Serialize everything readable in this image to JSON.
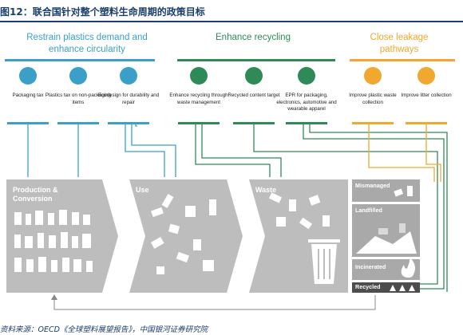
{
  "figure": {
    "title": "图12：联合国针对整个塑料生命周期的政策目标",
    "source": "资料来源：OECD《全球塑料展望报告》，中国银河证券研究院"
  },
  "colors": {
    "blue": "#3aa0c8",
    "green": "#2e8b57",
    "orange": "#f0a830",
    "stage_fill": "#bdbdbd",
    "waste_bins": "#a9a9a9",
    "recycled_bar": "#4d4d4d",
    "title": "#1a3e6e"
  },
  "groups": [
    {
      "title": "Restrain plastics demand and enhance circularity",
      "color": "blue"
    },
    {
      "title": "Enhance recycling",
      "color": "green"
    },
    {
      "title": "Close leakage pathways",
      "color": "orange"
    }
  ],
  "policies": [
    {
      "label": "Packaging tax",
      "color": "blue"
    },
    {
      "label": "Plastics tax on non-packaging items",
      "color": "blue"
    },
    {
      "label": "Ecodesign for durability and repair",
      "color": "blue"
    },
    {
      "label": "Enhance recycling through waste management",
      "color": "green"
    },
    {
      "label": "Recycled content target",
      "color": "green"
    },
    {
      "label": "EPR for packaging, electronics, automotive and wearable apparel",
      "color": "green"
    },
    {
      "label": "Improve plastic waste collection",
      "color": "orange"
    },
    {
      "label": "Improve litter collection",
      "color": "orange"
    }
  ],
  "stages": [
    {
      "label": "Production & Conversion"
    },
    {
      "label": "Use"
    },
    {
      "label": "Waste"
    }
  ],
  "waste_fates": [
    {
      "label": "Mismanaged"
    },
    {
      "label": "Landfilled"
    },
    {
      "label": "Incinerated"
    },
    {
      "label": "Recycled"
    }
  ],
  "icons": {
    "stage_items": "bottle-bag-cup-icons",
    "trash_bin": "trash-bin-icon",
    "flame": "flame-icon",
    "recycle": "recycle-icon"
  }
}
